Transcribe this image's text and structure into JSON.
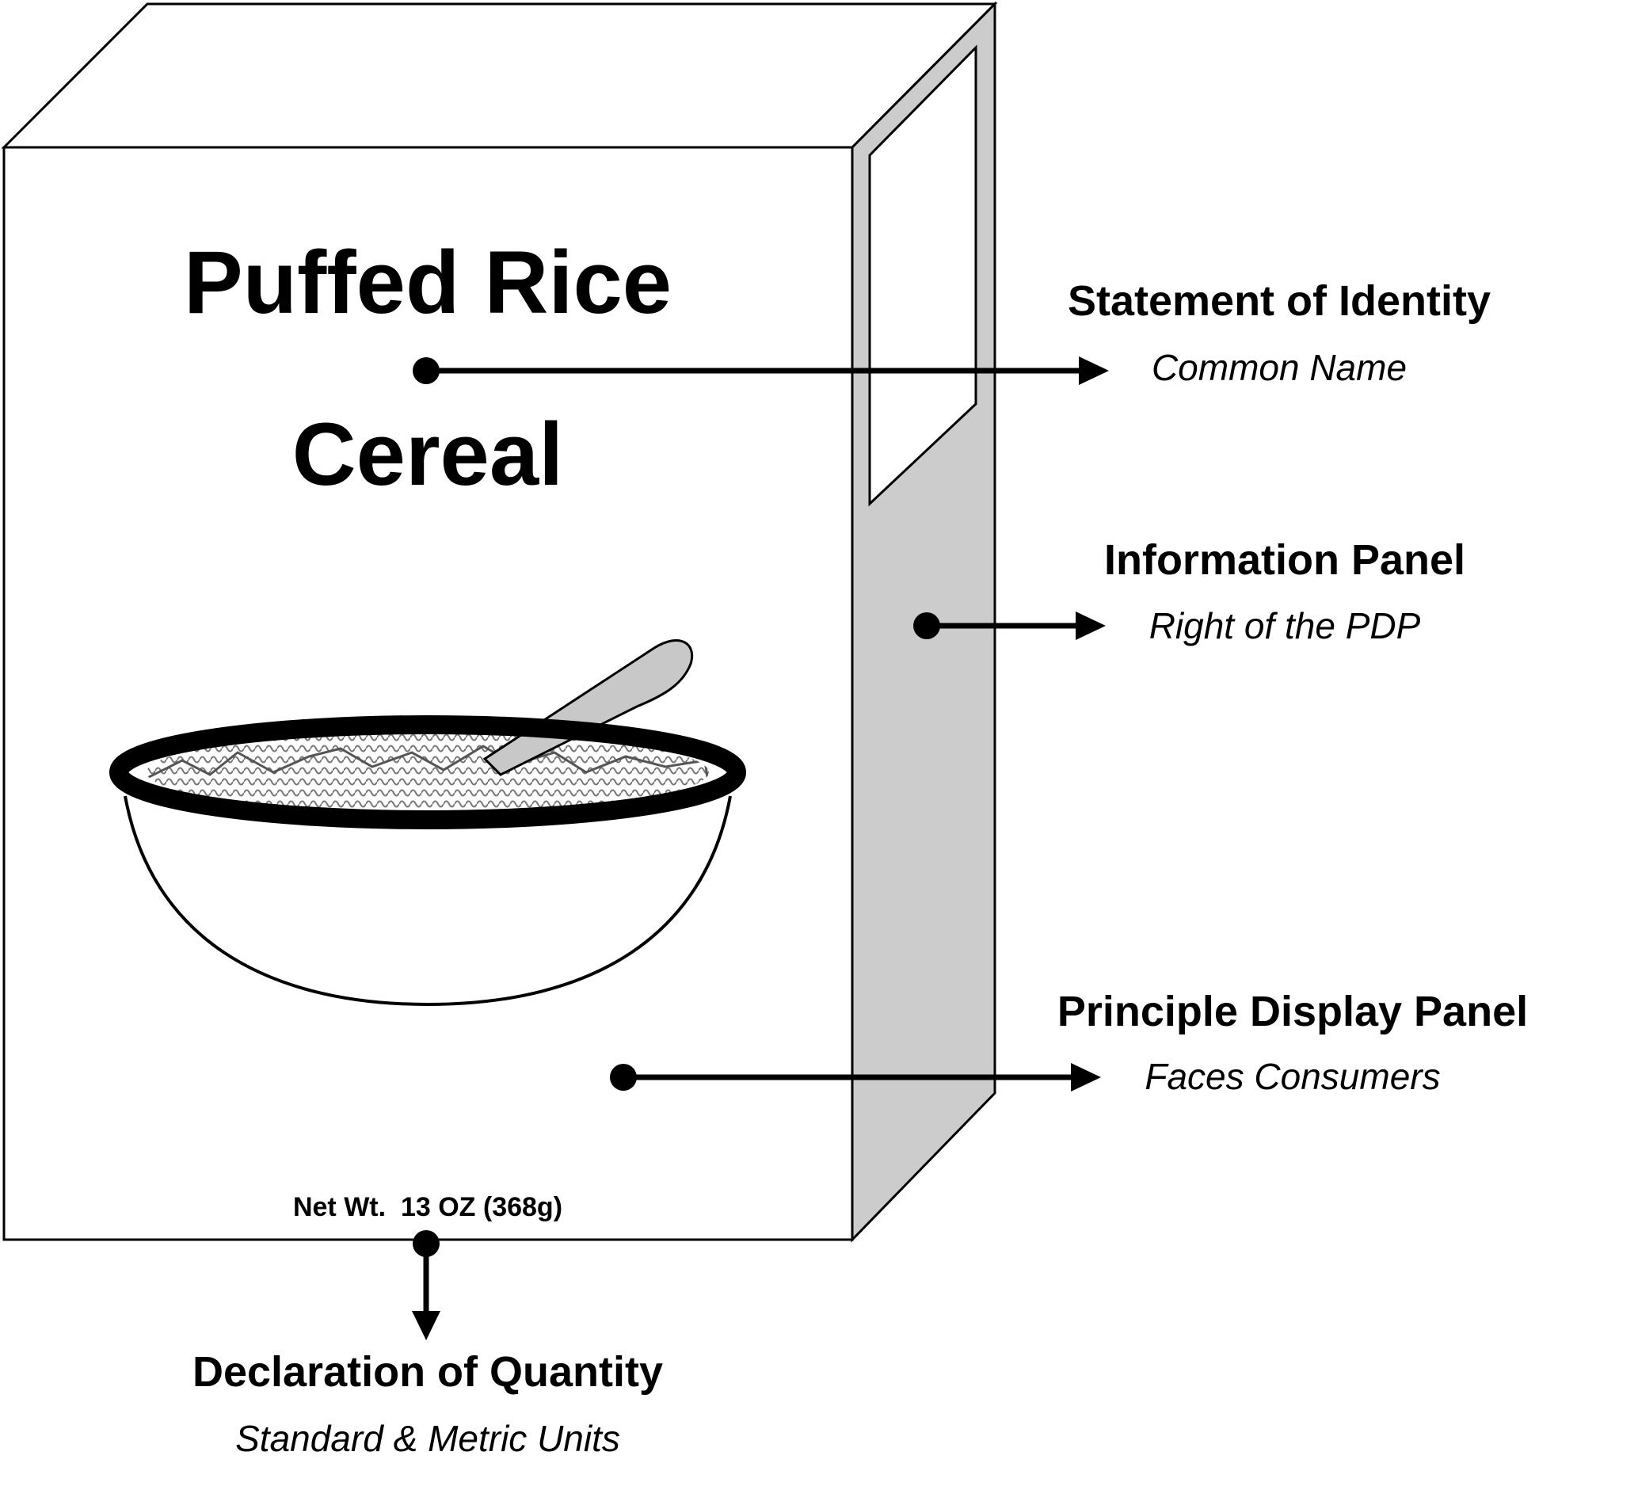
{
  "box": {
    "product_line1": "Puffed Rice",
    "product_line2": "Cereal",
    "net_weight": "Net Wt.  13 OZ (368g)"
  },
  "callouts": {
    "identity": {
      "title": "Statement of Identity",
      "subtitle": "Common Name"
    },
    "information": {
      "title": "Information Panel",
      "subtitle": "Right of the PDP"
    },
    "principal": {
      "title": "Principle Display Panel",
      "subtitle": "Faces Consumers"
    },
    "quantity": {
      "title": "Declaration of Quantity",
      "subtitle": "Standard & Metric Units"
    }
  },
  "colors": {
    "outline": "#000000",
    "side_panel": "#cccccc",
    "spoon": "#c8c8c8",
    "background": "#ffffff"
  },
  "icons": {
    "bowl": "cereal-bowl-icon",
    "spoon": "spoon-icon"
  }
}
